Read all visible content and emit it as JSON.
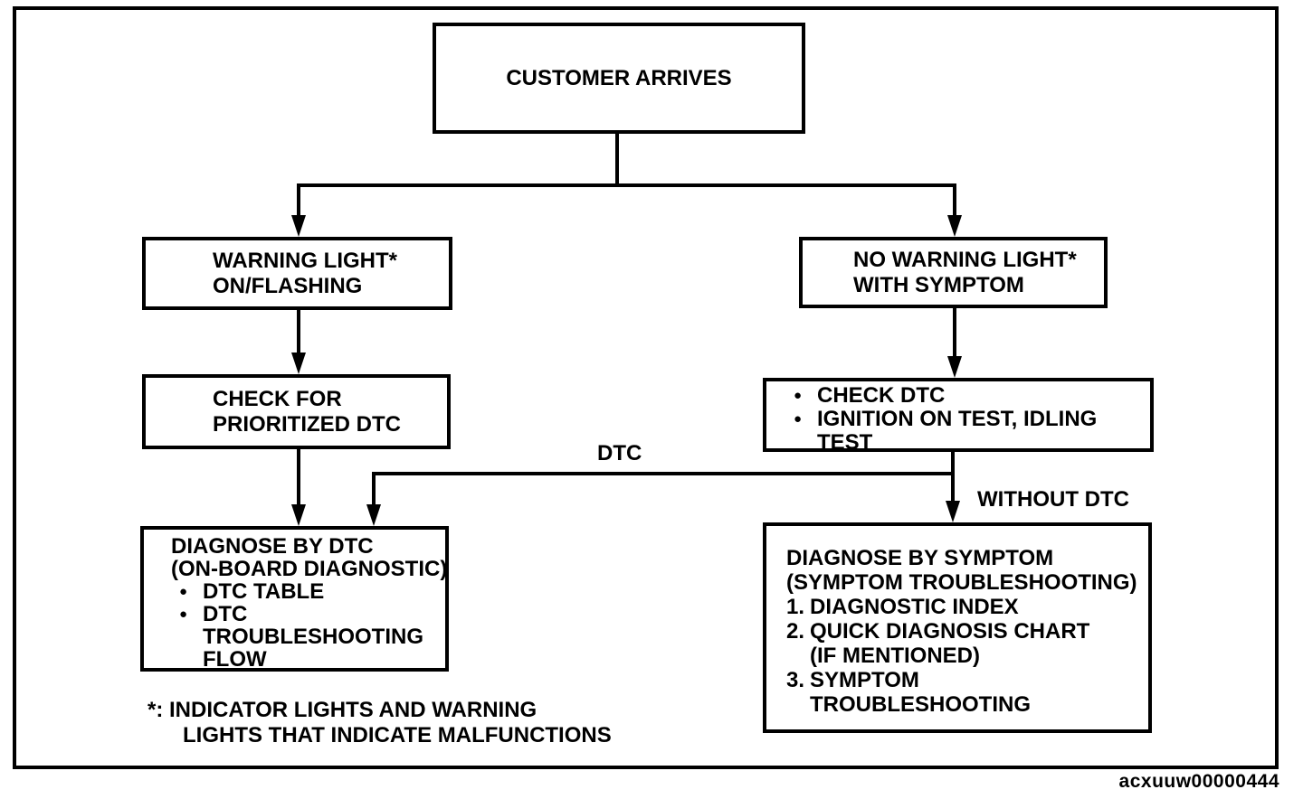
{
  "colors": {
    "ink": "#000000",
    "paper": "#ffffff"
  },
  "icons": {
    "bullet": "●"
  },
  "figure_code": "acxuuw00000444",
  "nodes": {
    "customer_arrives": {
      "label": "CUSTOMER ARRIVES"
    },
    "warning_light": {
      "lines": [
        "WARNING LIGHT*",
        "ON/FLASHING"
      ]
    },
    "no_warning_light": {
      "lines": [
        "NO WARNING LIGHT*",
        "WITH SYMPTOM"
      ]
    },
    "check_prioritized_dtc": {
      "lines": [
        "CHECK FOR",
        "PRIORITIZED DTC"
      ]
    },
    "check_dtc": {
      "items": [
        {
          "lines": [
            "CHECK DTC",
            ""
          ]
        },
        {
          "lines": [
            "IGNITION ON TEST, IDLING",
            "TEST"
          ]
        }
      ]
    },
    "diagnose_by_dtc": {
      "title_lines": [
        "DIAGNOSE BY DTC",
        "(ON-BOARD DIAGNOSTIC)"
      ],
      "items": [
        {
          "lines": [
            "DTC TABLE",
            "",
            ""
          ]
        },
        {
          "lines": [
            "DTC",
            "TROUBLESHOOTING",
            "FLOW"
          ]
        }
      ]
    },
    "diagnose_by_symptom": {
      "title_lines": [
        "DIAGNOSE BY SYMPTOM",
        "(SYMPTOM TROUBLESHOOTING)"
      ],
      "items": [
        {
          "num": "1.",
          "lines": [
            "DIAGNOSTIC INDEX",
            ""
          ]
        },
        {
          "num": "2.",
          "lines": [
            "QUICK DIAGNOSIS CHART",
            "(IF MENTIONED)"
          ]
        },
        {
          "num": "3.",
          "lines": [
            "SYMPTOM",
            "TROUBLESHOOTING"
          ]
        }
      ]
    }
  },
  "edge_labels": {
    "dtc": "DTC",
    "without_dtc": "WITHOUT DTC"
  },
  "footnote": {
    "line1": "*: INDICATOR LIGHTS AND WARNING",
    "line2": "LIGHTS THAT INDICATE MALFUNCTIONS"
  }
}
